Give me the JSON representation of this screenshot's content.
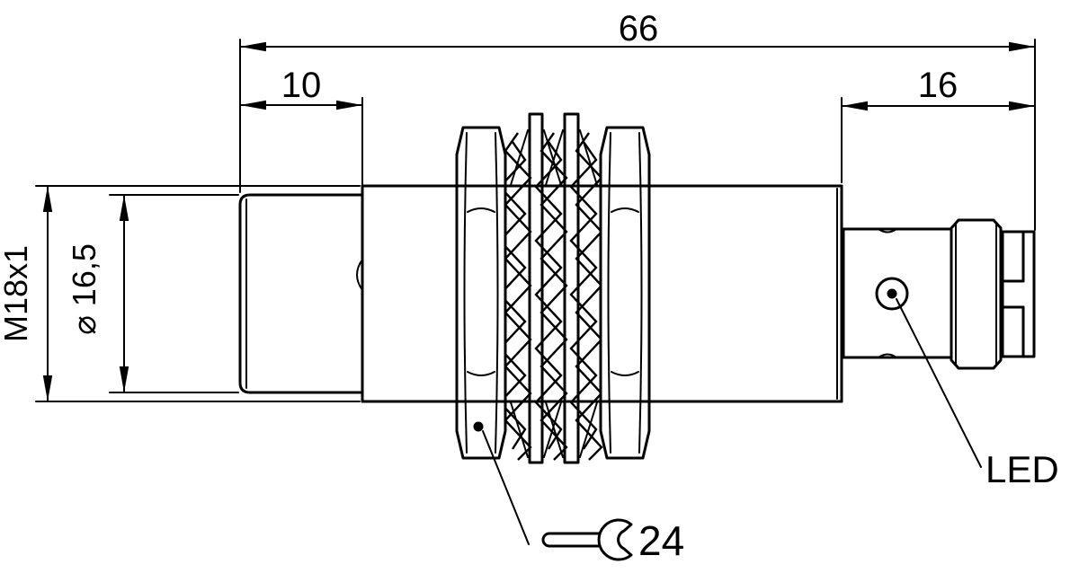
{
  "drawing": {
    "description": "Dimensional side view of an M18 cylindrical threaded sensor with two hex nuts, serrated lock washers, LED indicator and M12 plug connector",
    "units_implied": "mm",
    "dimensions": {
      "overall_length": "66",
      "head_length": "10",
      "connector_length": "16",
      "thread_spec": "M18x1",
      "head_diameter": "⌀ 16,5",
      "wrench_size": "24"
    },
    "labels": {
      "led": "LED"
    },
    "colors": {
      "line_color": "#000000",
      "background": "#ffffff"
    }
  }
}
